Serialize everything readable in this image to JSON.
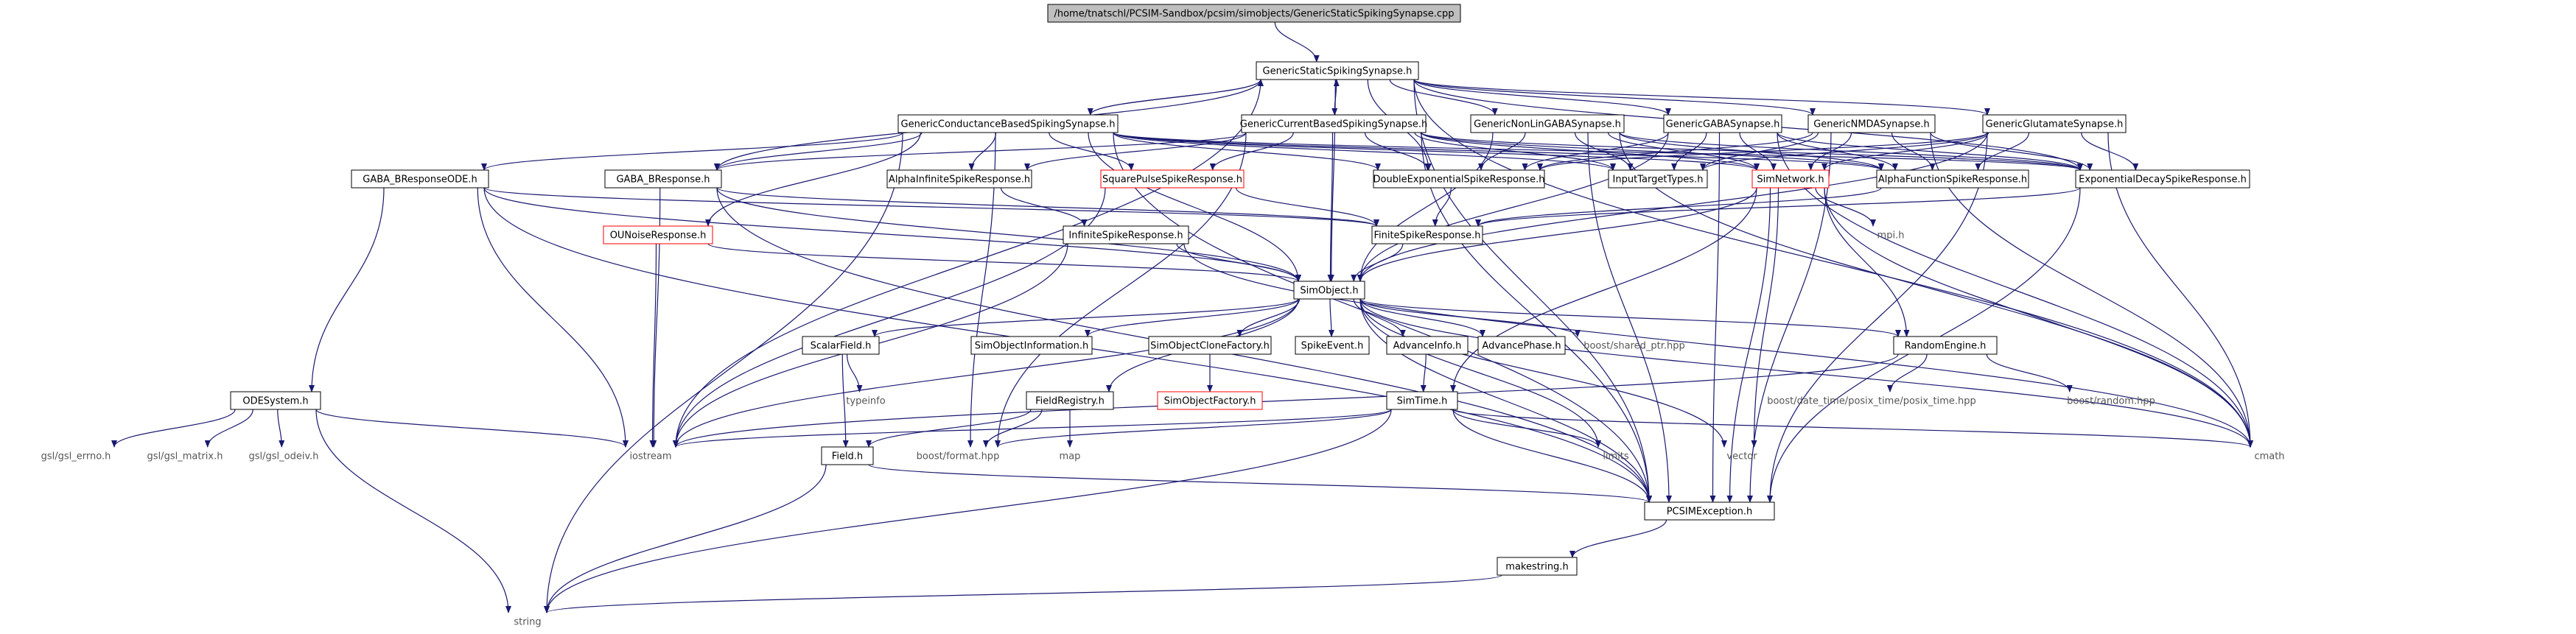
{
  "colors": {
    "edge": "#191970",
    "root_fill": "#bfbfbf",
    "missing_border": "#ff0000"
  },
  "nodes": {
    "root": "/home/tnatschl/PCSIM-Sandbox/pcsim/simobjects/GenericStaticSpikingSynapse.cpp",
    "gss": "GenericStaticSpikingSynapse.h",
    "gcond": "GenericConductanceBasedSpikingSynapse.h",
    "gcurr": "GenericCurrentBasedSpikingSynapse.h",
    "gnonlin": "GenericNonLinGABASynapse.h",
    "ggaba": "GenericGABASynapse.h",
    "gnmda": "GenericNMDASynapse.h",
    "gglut": "GenericGlutamateSynapse.h",
    "gabaode": "GABA_BResponseODE.h",
    "gabaresp": "GABA_BResponse.h",
    "alphainf": "AlphaInfiniteSpikeResponse.h",
    "square": "SquarePulseSpikeResponse.h",
    "doubleexp": "DoubleExponentialSpikeResponse.h",
    "inputtarget": "InputTargetTypes.h",
    "simnet": "SimNetwork.h",
    "alphafn": "AlphaFunctionSpikeResponse.h",
    "expdecay": "ExponentialDecaySpikeResponse.h",
    "ounoise": "OUNoiseResponse.h",
    "infinite": "InfiniteSpikeResponse.h",
    "finite": "FiniteSpikeResponse.h",
    "mpi": "mpi.h",
    "simobj": "SimObject.h",
    "scalarfield": "ScalarField.h",
    "simobjinfo": "SimObjectInformation.h",
    "simobjclone": "SimObjectCloneFactory.h",
    "spikeevent": "SpikeEvent.h",
    "advinfo": "AdvanceInfo.h",
    "advphase": "AdvancePhase.h",
    "sharedptr": "boost/shared_ptr.hpp",
    "randeng": "RandomEngine.h",
    "odesys": "ODESystem.h",
    "typeinfo": "typeinfo",
    "fieldreg": "FieldRegistry.h",
    "simobjfac": "SimObjectFactory.h",
    "simtime": "SimTime.h",
    "posixtime": "boost/date_time/posix_time/posix_time.hpp",
    "boostrandom": "boost/random.hpp",
    "gslerrno": "gsl/gsl_errno.h",
    "gslmatrix": "gsl/gsl_matrix.h",
    "gslodeiv": "gsl/gsl_odeiv.h",
    "iostream": "iostream",
    "field": "Field.h",
    "format": "boost/format.hpp",
    "map": "map",
    "limits": "limits",
    "vector": "vector",
    "cmath": "cmath",
    "pcsimexc": "PCSIMException.h",
    "makestring": "makestring.h",
    "string": "string"
  }
}
